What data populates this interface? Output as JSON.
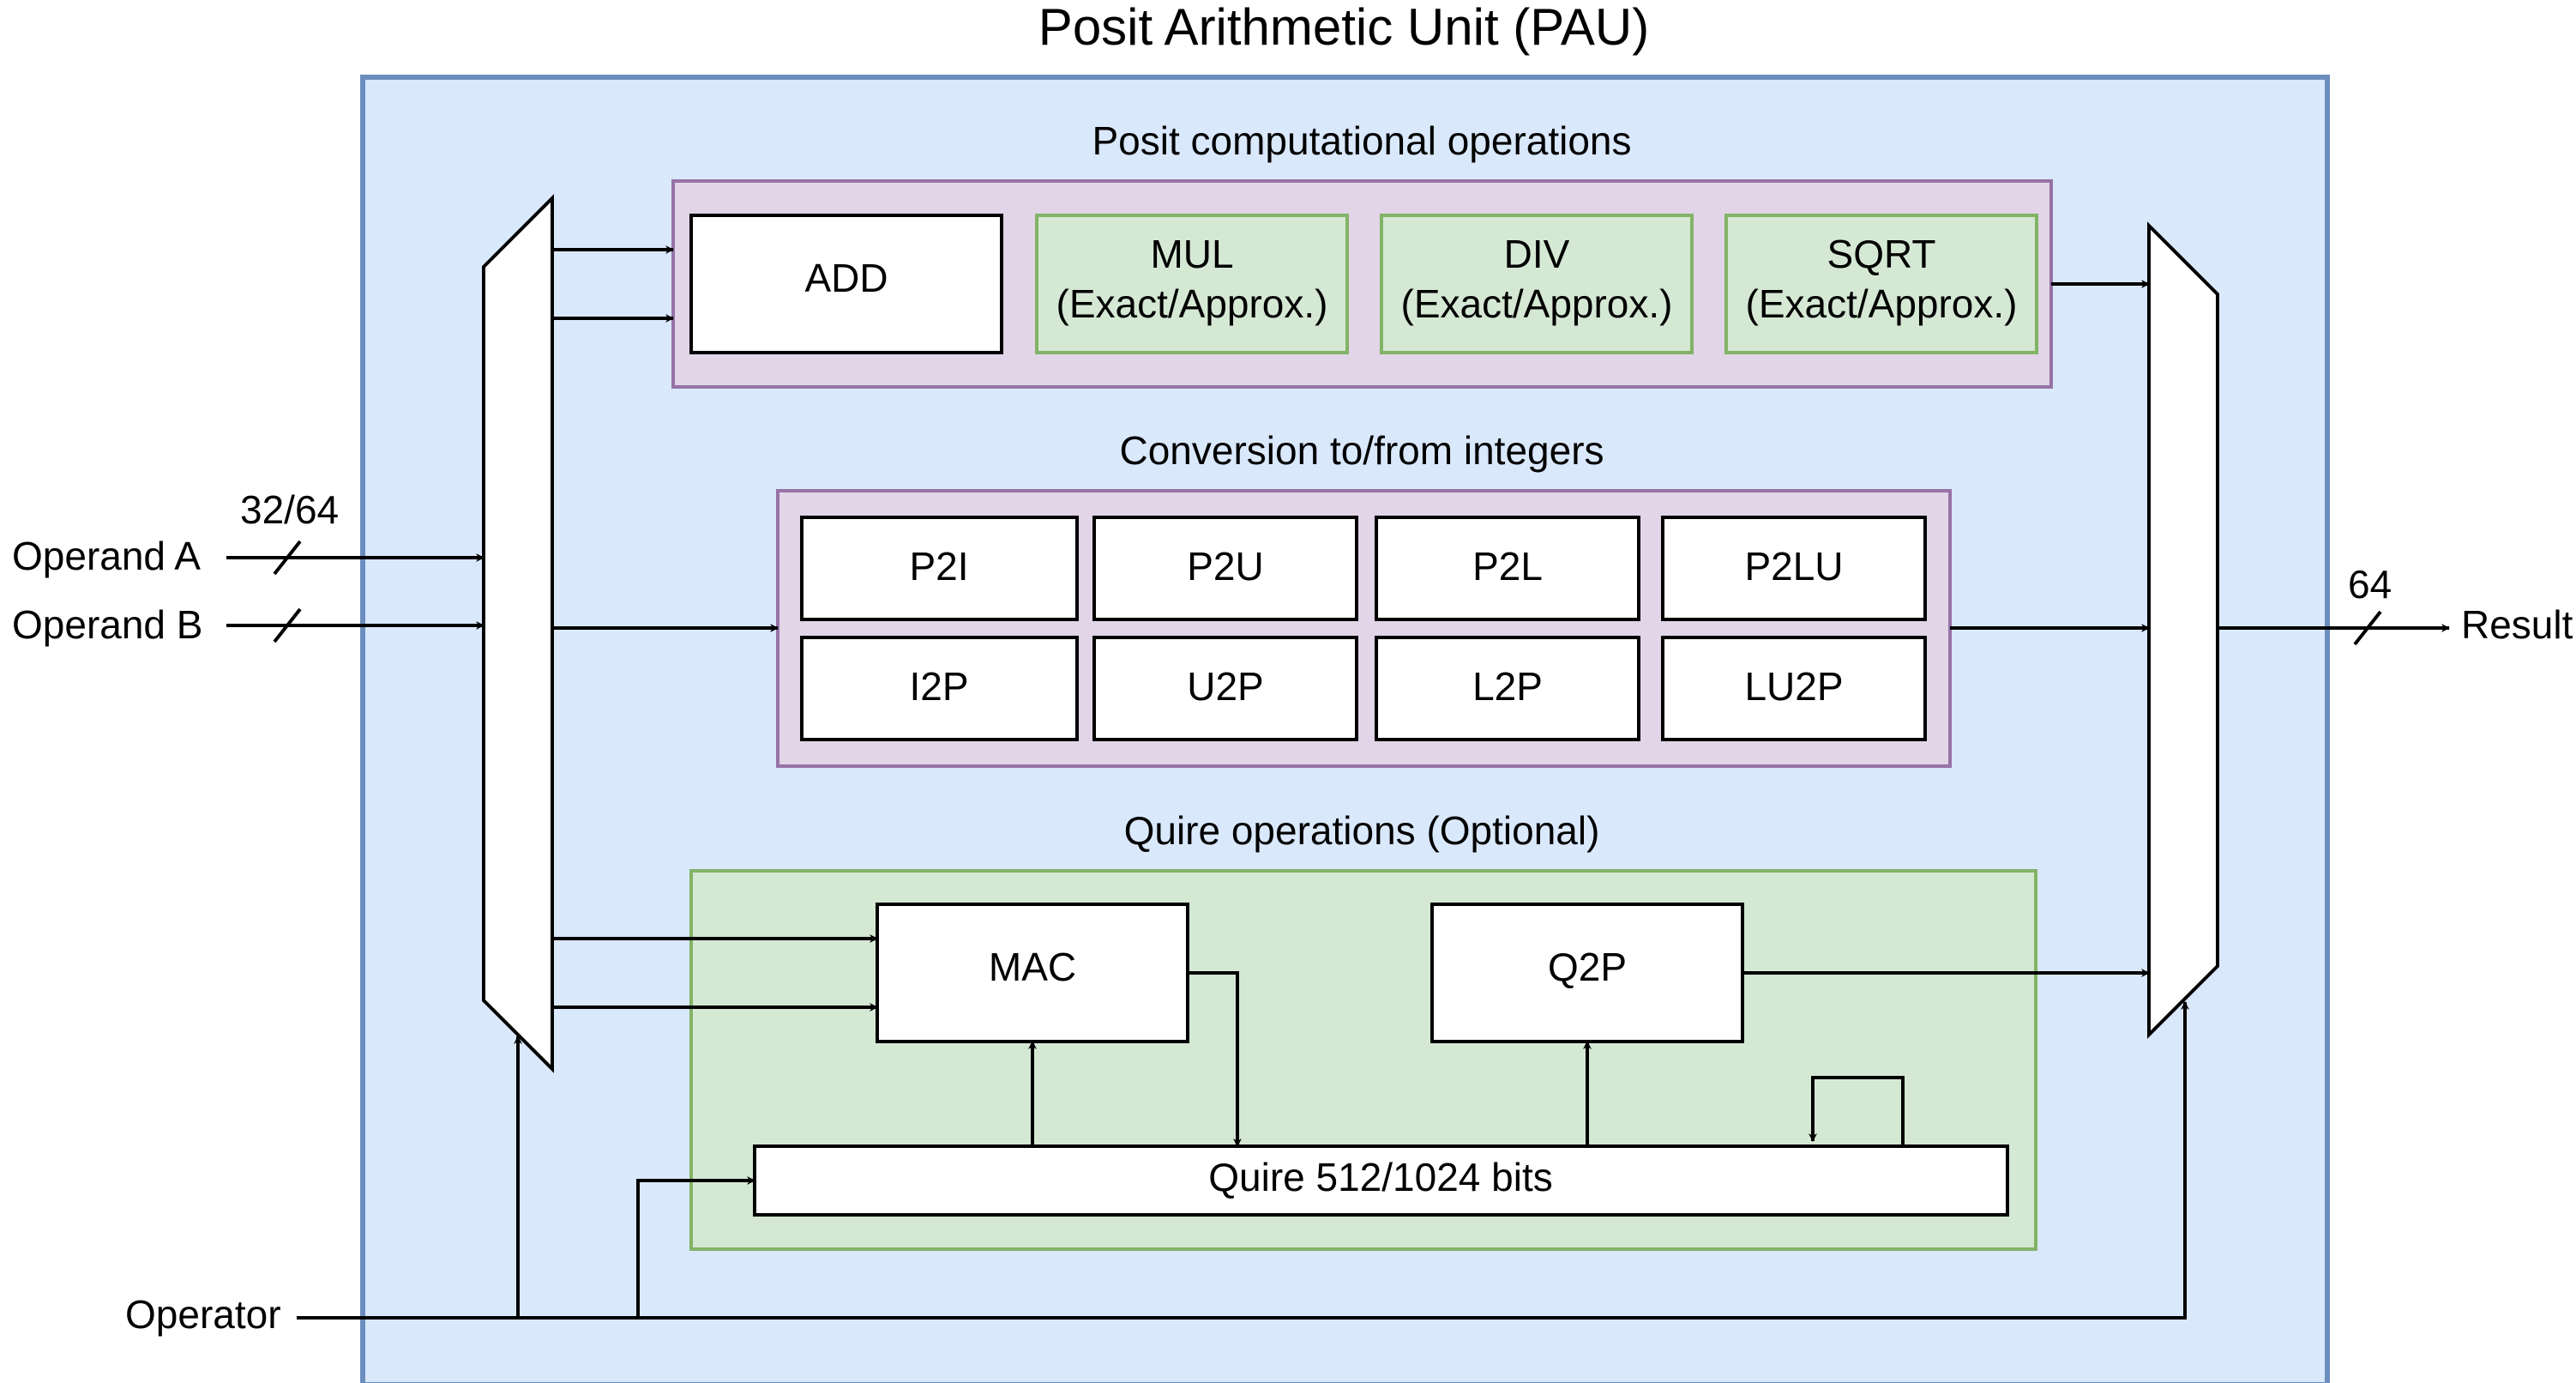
{
  "title": "Posit Arithmetic Unit (PAU)",
  "colors": {
    "outer_fill": "#dae8fc",
    "outer_stroke": "#6c8ebf",
    "purple_fill": "#e1d5e7",
    "purple_stroke": "#9673a6",
    "green_fill": "#d5e8d4",
    "green_stroke": "#82b366",
    "block_fill": "#ffffff",
    "line": "#000000"
  },
  "inputs": {
    "operand_a": "Operand A",
    "operand_b": "Operand B",
    "width": "32/64",
    "operator": "Operator"
  },
  "output": {
    "label": "Result",
    "width": "64"
  },
  "computational": {
    "title": "Posit computational operations",
    "add": "ADD",
    "mul": {
      "line1": "MUL",
      "line2": "(Exact/Approx.)"
    },
    "div": {
      "line1": "DIV",
      "line2": "(Exact/Approx.)"
    },
    "sqrt": {
      "line1": "SQRT",
      "line2": "(Exact/Approx.)"
    }
  },
  "conversion": {
    "title": "Conversion to/from integers",
    "p2i": "P2I",
    "p2u": "P2U",
    "p2l": "P2L",
    "p2lu": "P2LU",
    "i2p": "I2P",
    "u2p": "U2P",
    "l2p": "L2P",
    "lu2p": "LU2P"
  },
  "quire": {
    "title": "Quire operations (Optional)",
    "mac": "MAC",
    "q2p": "Q2P",
    "register": "Quire 512/1024 bits"
  }
}
